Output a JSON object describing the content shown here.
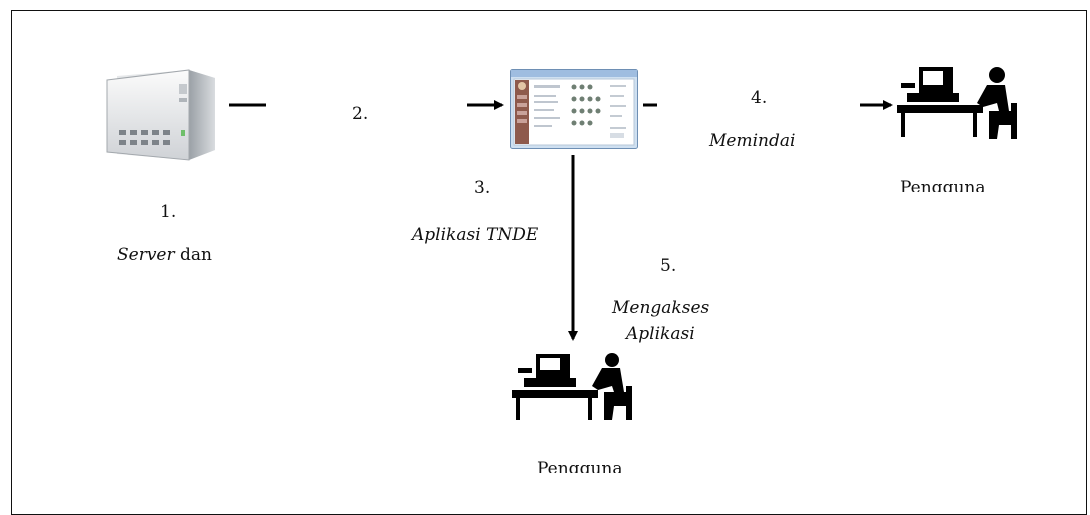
{
  "steps": {
    "s1": {
      "number": "1.",
      "label_italic": "Server",
      "label_rest": " dan"
    },
    "s2": {
      "number": "2."
    },
    "s3": {
      "number": "3.",
      "label": "Aplikasi TNDE"
    },
    "s4": {
      "number": "4.",
      "label": "Memindai"
    },
    "s5": {
      "number": "5.",
      "label_line1": "Mengakses",
      "label_line2": "Aplikasi"
    }
  },
  "users": {
    "right": {
      "label": "Pengguna"
    },
    "bottom": {
      "label": "Pengguna"
    }
  },
  "icons": {
    "server": "server-icon",
    "app": "application-window-icon",
    "user_right": "user-at-computer-icon",
    "user_bottom": "user-at-computer-icon"
  },
  "colors": {
    "line": "#000000",
    "border": "#111111"
  }
}
